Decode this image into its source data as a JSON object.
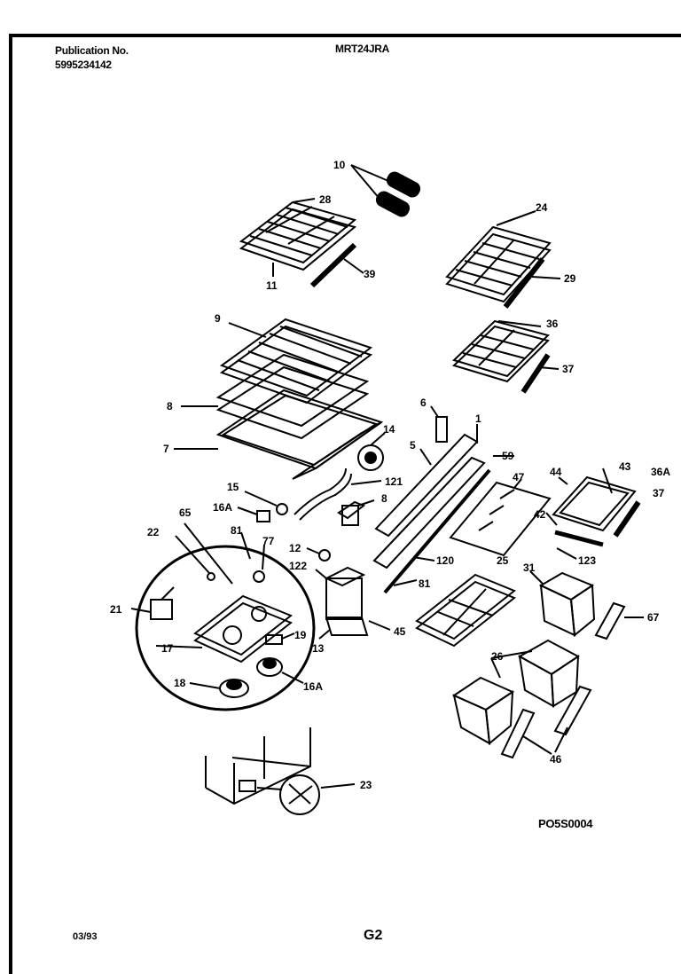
{
  "header": {
    "publication_label": "Publication No.",
    "publication_number": "5995234142",
    "model": "MRT24JRA"
  },
  "footer": {
    "date": "03/93",
    "page": "G2",
    "reference_code": "PO5S0004"
  },
  "part_labels": {
    "p10": "10",
    "p28": "28",
    "p11": "11",
    "p39": "39",
    "p24": "24",
    "p29": "29",
    "p9": "9",
    "p36": "36",
    "p37": "37",
    "p8": "8",
    "p7": "7",
    "p6": "6",
    "p1": "1",
    "p14": "14",
    "p5": "5",
    "p59": "59",
    "p121": "121",
    "p15": "15",
    "p8b": "8",
    "p16a": "16A",
    "p47": "47",
    "p44": "44",
    "p43": "43",
    "p36a": "36A",
    "p37b": "37",
    "p65": "65",
    "p42": "42",
    "p81": "81",
    "p77": "77",
    "p22": "22",
    "p12": "12",
    "p123": "123",
    "p122": "122",
    "p120": "120",
    "p25": "25",
    "p31": "31",
    "p81b": "81",
    "p21": "21",
    "p67": "67",
    "p19": "19",
    "p13": "13",
    "p45": "45",
    "p17": "17",
    "p26": "26",
    "p18": "18",
    "p16ab": "16A",
    "p46": "46",
    "p23": "23"
  }
}
